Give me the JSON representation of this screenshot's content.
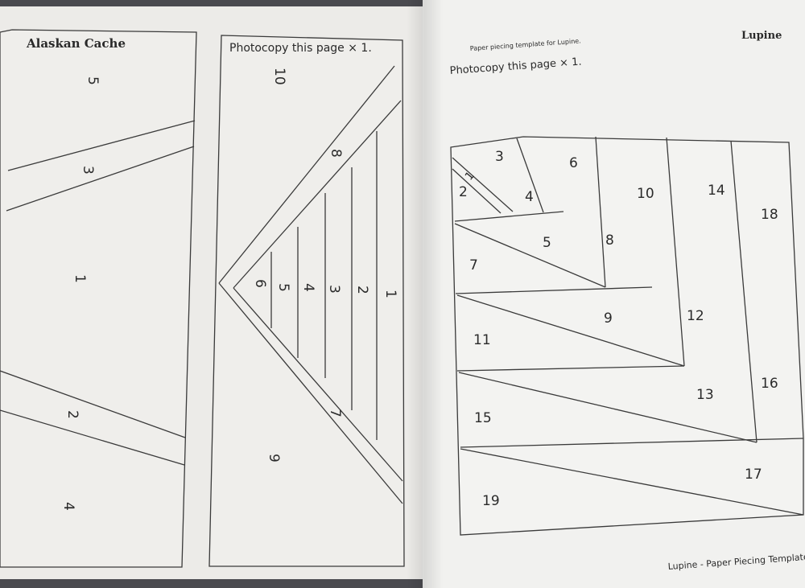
{
  "left_page": {
    "template_a": {
      "title": "Alaskan Cache",
      "pieces": [
        "1",
        "2",
        "3",
        "4",
        "5"
      ]
    },
    "template_b": {
      "note": "Photocopy this page × 1.",
      "pieces": [
        "1",
        "2",
        "3",
        "4",
        "5",
        "6",
        "7",
        "8",
        "9",
        "10"
      ]
    }
  },
  "right_page": {
    "header": "Lupine",
    "small_note": "Paper piecing template for Lupine.",
    "note": "Photocopy this page × 1.",
    "pieces": [
      "1",
      "2",
      "3",
      "4",
      "5",
      "6",
      "7",
      "8",
      "9",
      "10",
      "11",
      "12",
      "13",
      "14",
      "15",
      "16",
      "17",
      "18",
      "19"
    ],
    "footer": "Lupine - Paper Piecing Template"
  },
  "colors": {
    "page": "#ecebe8",
    "line": "#3a3a3a",
    "background": "#4a4a4f"
  }
}
